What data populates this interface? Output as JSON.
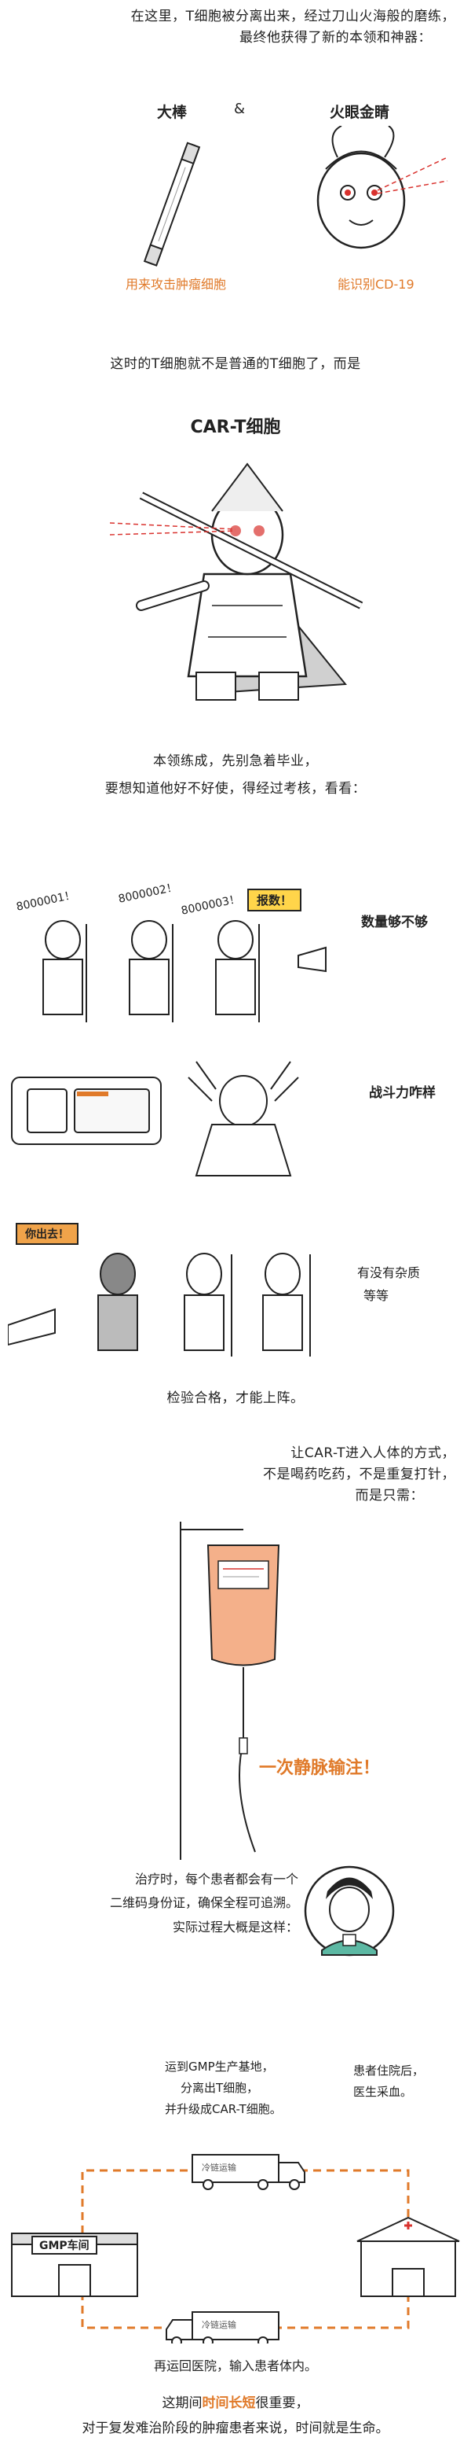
{
  "intro": {
    "line1": "在这里，T细胞被分离出来，经过刀山火海般的磨练，",
    "line2": "最终他获得了新的本领和神器："
  },
  "tools": {
    "ampersand": "&",
    "left_title": "大棒",
    "left_caption": "用来攻击肿瘤细胞",
    "right_title": "火眼金睛",
    "right_caption": "能识别CD-19"
  },
  "mid": {
    "line1": "这时的T细胞就不是普通的T细胞了，而是",
    "title": "CAR-T细胞"
  },
  "after": {
    "line1": "本领练成，先别急着毕业，",
    "line2": "要想知道他好不好使，得经过考核，看看："
  },
  "checks": {
    "count_bubble": "报数！",
    "count_calls": [
      "8000001！",
      "8000002！",
      "8000003！"
    ],
    "count_label": "数量够不够",
    "fight_label": "战斗力咋样",
    "impurity_bubble": "你出去！",
    "impurity_line1": "有没有杂质",
    "impurity_line2": "等等"
  },
  "pass": {
    "line1": "检验合格，才能上阵。"
  },
  "infusion": {
    "line1": "让CAR-T进入人体的方式，",
    "line2": "不是喝药吃药，不是重复打针，",
    "line3": "而是只需：",
    "banner": "一次静脉输注！"
  },
  "qr": {
    "line1": "治疗时，每个患者都会有一个",
    "line2": "二维码身份证，确保全程可追溯。",
    "line3": "实际过程大概是这样："
  },
  "flow": {
    "gmp_sign": "GMP车间",
    "left_text1": "运到GMP生产基地，",
    "left_text2": "分离出T细胞，",
    "left_text3": "并升级成CAR-T细胞。",
    "right_text1": "患者住院后，",
    "right_text2": "医生采血。",
    "truck_text": "冷链运输",
    "bottom_text": "再运回医院，输入患者体内。"
  },
  "ending": {
    "line1_pre": "这期间",
    "line1_em": "时间长短",
    "line1_post": "很重要，",
    "line2": "对于复发难治阶段的肿瘤患者来说，时间就是生命。"
  }
}
